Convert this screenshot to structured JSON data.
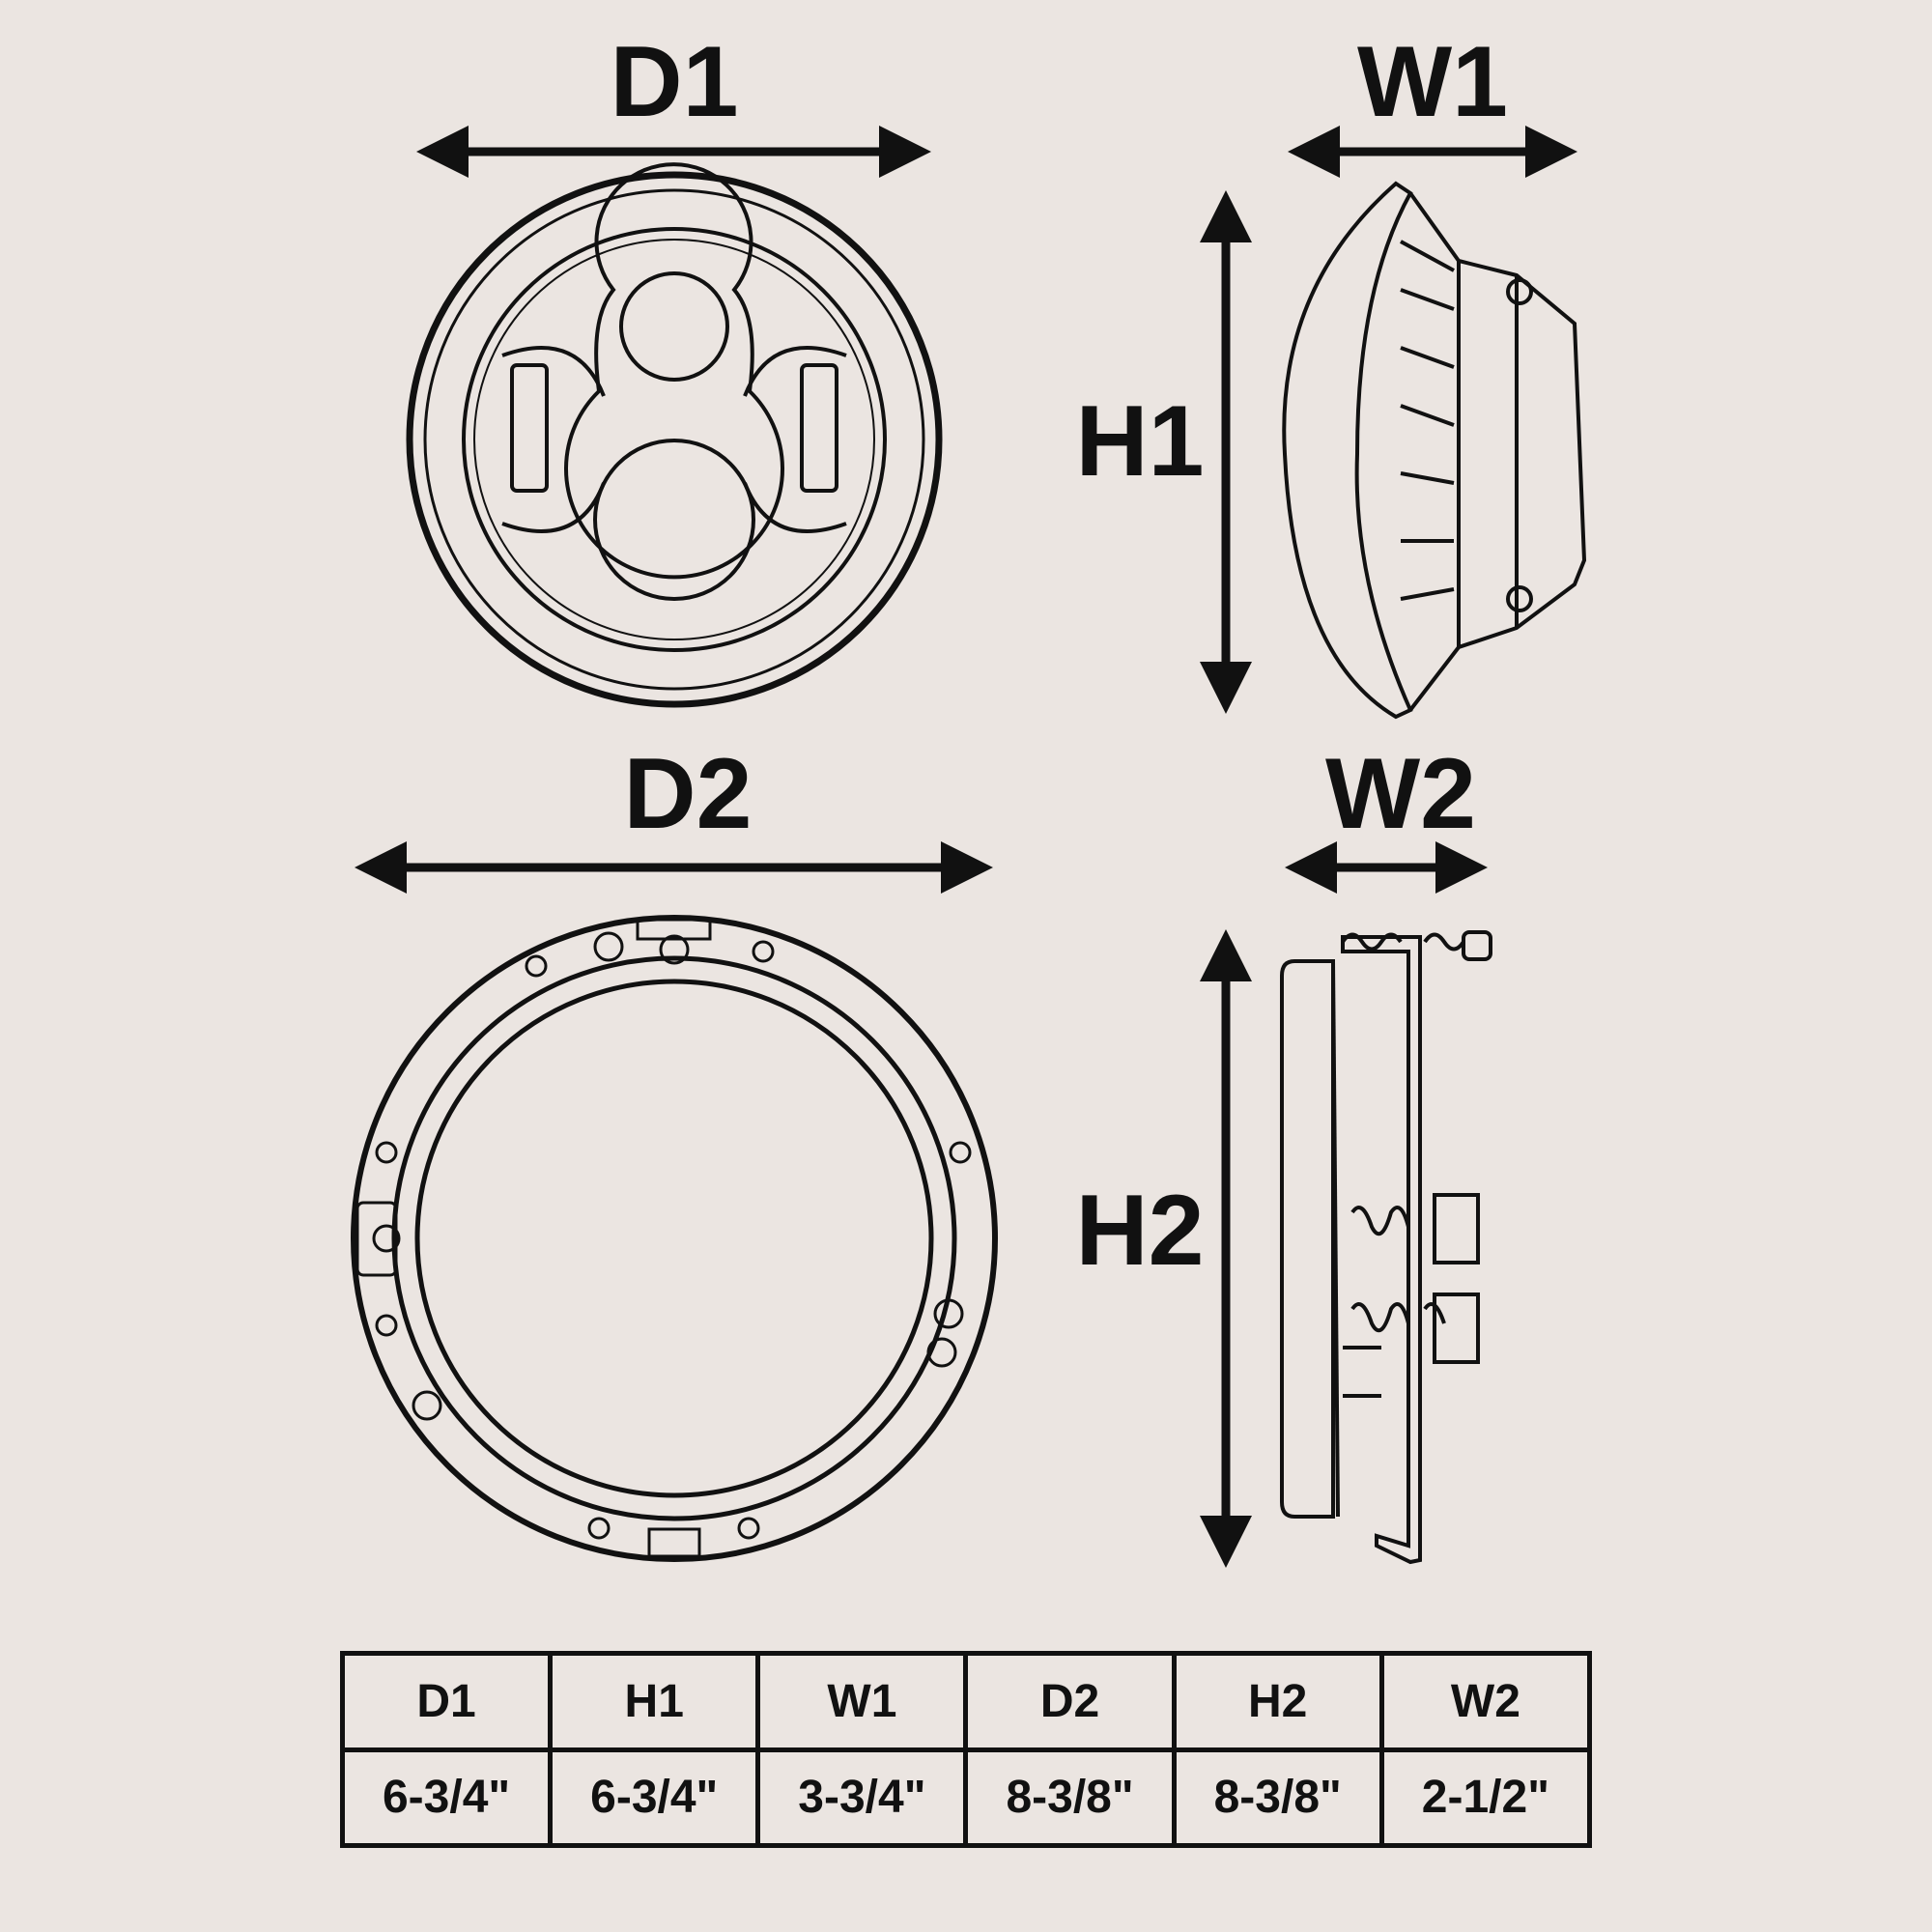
{
  "labels": {
    "d1": "D1",
    "w1": "W1",
    "h1": "H1",
    "d2": "D2",
    "w2": "W2",
    "h2": "H2"
  },
  "table": {
    "headers": [
      "D1",
      "H1",
      "W1",
      "D2",
      "H2",
      "W2"
    ],
    "values": [
      "6-3/4\"",
      "6-3/4\"",
      "3-3/4\"",
      "8-3/8\"",
      "8-3/8\"",
      "2-1/2\""
    ]
  },
  "colors": {
    "background": "#ebe5e1",
    "ink": "#111111"
  }
}
